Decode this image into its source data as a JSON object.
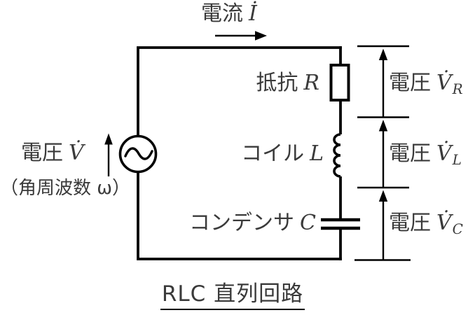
{
  "colors": {
    "stroke": "#000000",
    "text": "#3a3a3a"
  },
  "current": {
    "label": "電流",
    "symbol": "İ"
  },
  "source": {
    "label": "電圧",
    "symbol": "V̇",
    "note": "（角周波数 ω）"
  },
  "components": {
    "resistor": {
      "label": "抵抗",
      "symbol": "R"
    },
    "inductor": {
      "label": "コイル",
      "symbol": "L"
    },
    "capacitor": {
      "label": "コンデンサ",
      "symbol": "C"
    }
  },
  "voltages": {
    "resistor": {
      "label": "電圧",
      "symbol": "V̇",
      "subscript": "R"
    },
    "inductor": {
      "label": "電圧",
      "symbol": "V̇",
      "subscript": "L"
    },
    "capacitor": {
      "label": "電圧",
      "symbol": "V̇",
      "subscript": "C"
    }
  },
  "title": "RLC 直列回路"
}
